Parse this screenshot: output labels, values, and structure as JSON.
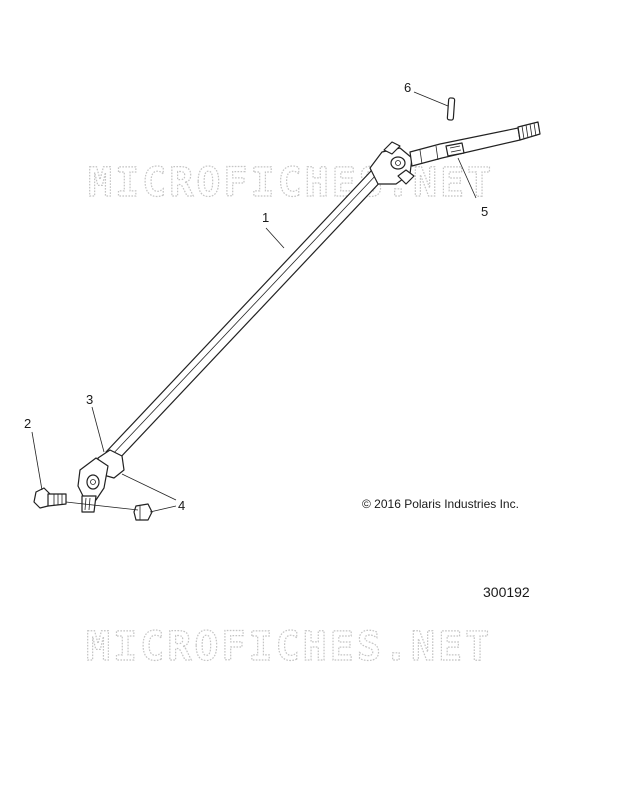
{
  "watermark": {
    "text_top": "MICROFICHES.NET",
    "text_bottom": "MICROFICHES.NET",
    "color": "#c4c4c4"
  },
  "callouts": {
    "one": "1",
    "two": "2",
    "three": "3",
    "four": "4",
    "five": "5",
    "six": "6"
  },
  "copyright": "© 2016 Polaris Industries Inc.",
  "figure_number": "300192"
}
